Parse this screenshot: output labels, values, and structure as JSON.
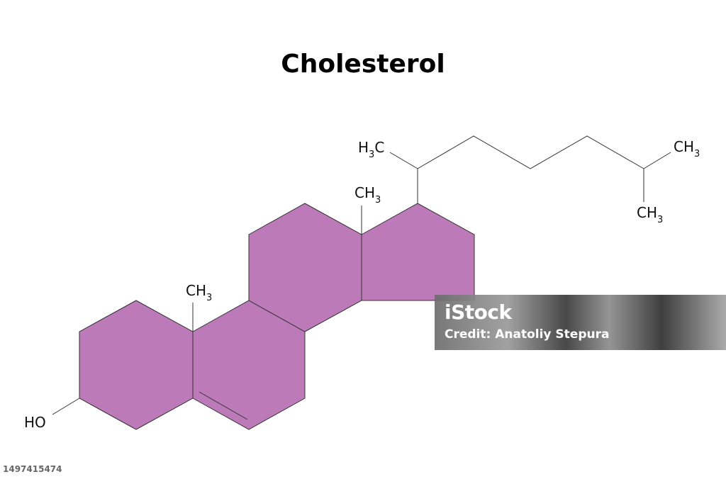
{
  "title": "Cholesterol",
  "colors": {
    "ring_fill": "#bc7ab9",
    "bond_line": "#333333",
    "text": "#111111"
  },
  "labels": {
    "ho": "HO",
    "methyl_c10": {
      "main": "CH",
      "sub": "3"
    },
    "methyl_c13": {
      "main": "CH",
      "sub": "3"
    },
    "methyl_c21": {
      "main": "H",
      "sub": "3",
      "tail": "C"
    },
    "methyl_c26": {
      "main": "CH",
      "sub": "3"
    },
    "methyl_c27": {
      "main": "CH",
      "sub": "3"
    }
  },
  "watermark": {
    "logo": "iStock",
    "credit": "Credit: Anatoliy Stepura"
  },
  "image_id": "1497415474"
}
